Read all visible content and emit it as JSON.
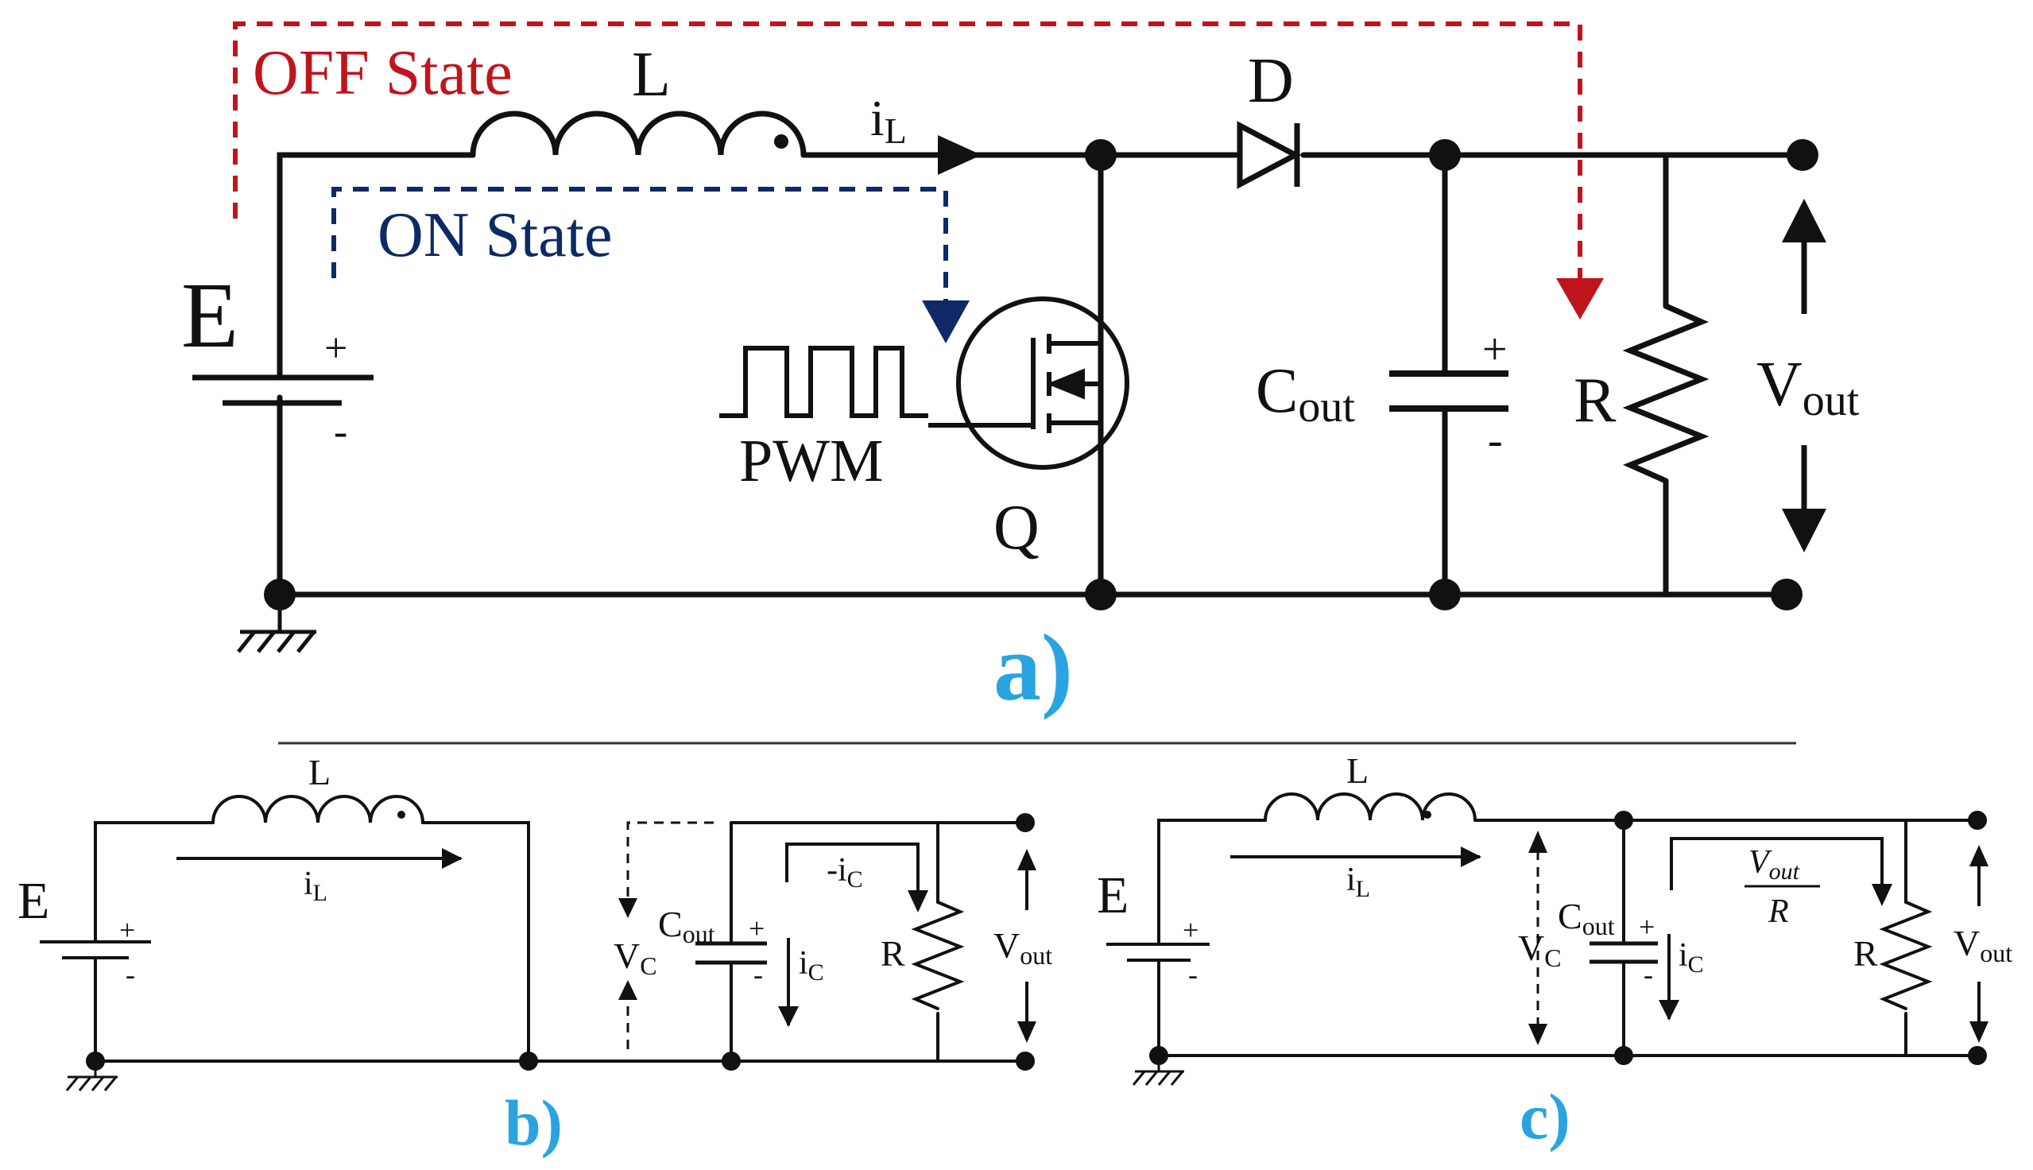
{
  "colors": {
    "wire": "#111111",
    "off_state": "#c0141c",
    "on_state": "#0d2a66",
    "caption": "#2aa4e0"
  },
  "panel_a": {
    "off_state_label": "OFF State",
    "on_state_label": "ON State",
    "inductor_label": "L",
    "current_label": {
      "base": "i",
      "sub": "L"
    },
    "diode_label": "D",
    "source_label": "E",
    "source_plus": "+",
    "source_minus": "-",
    "pwm_label": "PWM",
    "switch_label": "Q",
    "cap_label": {
      "base": "C",
      "sub": "out"
    },
    "cap_plus": "+",
    "cap_minus": "-",
    "resistor_label": "R",
    "vout_label": {
      "base": "V",
      "sub": "out"
    },
    "caption": "a)"
  },
  "panel_b": {
    "inductor_label": "L",
    "current_label": {
      "base": "i",
      "sub": "L"
    },
    "source_label": "E",
    "source_plus": "+",
    "source_minus": "-",
    "vc_label": {
      "base": "V",
      "sub": "C"
    },
    "cap_label": {
      "base": "C",
      "sub": "out"
    },
    "cap_plus": "+",
    "cap_minus": "-",
    "ic_label": {
      "base": "i",
      "sub": "C"
    },
    "neg_ic_label": {
      "base": "-i",
      "sub": "C"
    },
    "resistor_label": "R",
    "vout_label": {
      "base": "V",
      "sub": "out"
    },
    "caption": "b)"
  },
  "panel_c": {
    "inductor_label": "L",
    "current_label": {
      "base": "i",
      "sub": "L"
    },
    "source_label": "E",
    "source_plus": "+",
    "source_minus": "-",
    "vc_label": {
      "base": "V",
      "sub": "C"
    },
    "cap_label": {
      "base": "C",
      "sub": "out"
    },
    "cap_plus": "+",
    "cap_minus": "-",
    "ic_label": {
      "base": "i",
      "sub": "C"
    },
    "load_current": {
      "num_base": "V",
      "num_sub": "out",
      "den": "R"
    },
    "resistor_label": "R",
    "vout_label": {
      "base": "V",
      "sub": "out"
    },
    "caption": "c)"
  }
}
